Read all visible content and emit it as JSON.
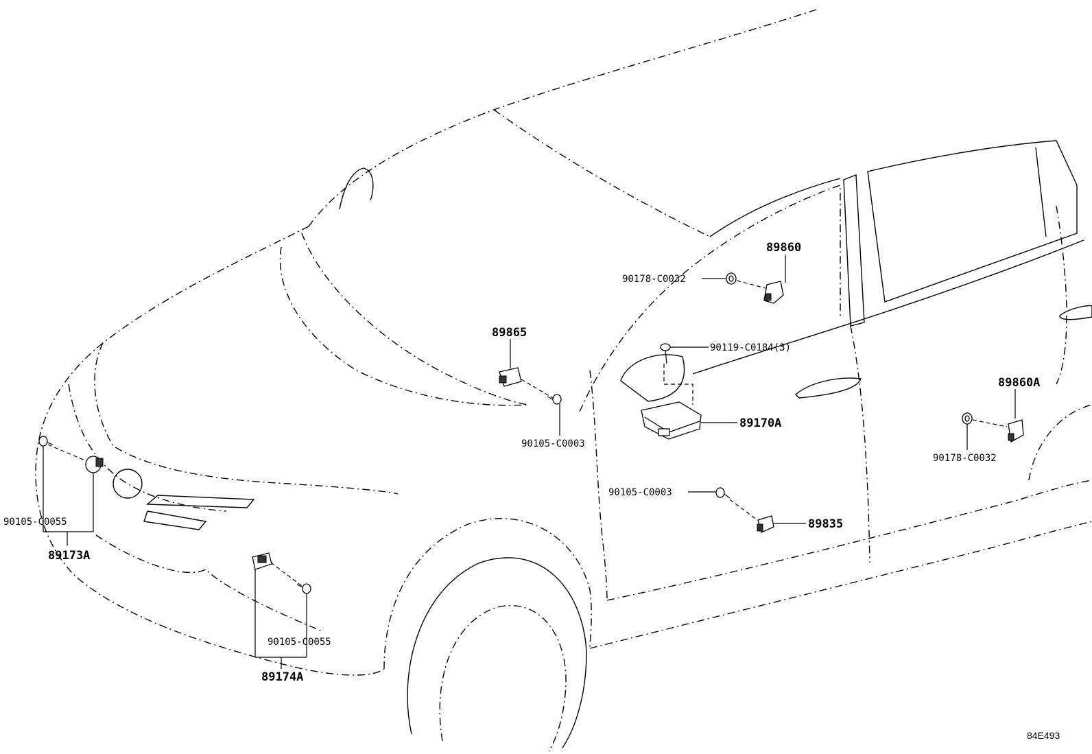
{
  "figure_id": "84E493",
  "callouts": {
    "c89860": "89860",
    "c90178_upper": "90178-C0032",
    "c90119": "90119-C0184(3)",
    "c89865": "89865",
    "c90105_upper": "90105-C0003",
    "c89170A": "89170A",
    "c89860A": "89860A",
    "c90178_right": "90178-C0032",
    "c90105_mid": "90105-C0003",
    "c89835": "89835",
    "c90105_left": "90105-C0055",
    "c89173A": "89173A",
    "c90105_lower": "90105-C0055",
    "c89174A": "89174A"
  }
}
